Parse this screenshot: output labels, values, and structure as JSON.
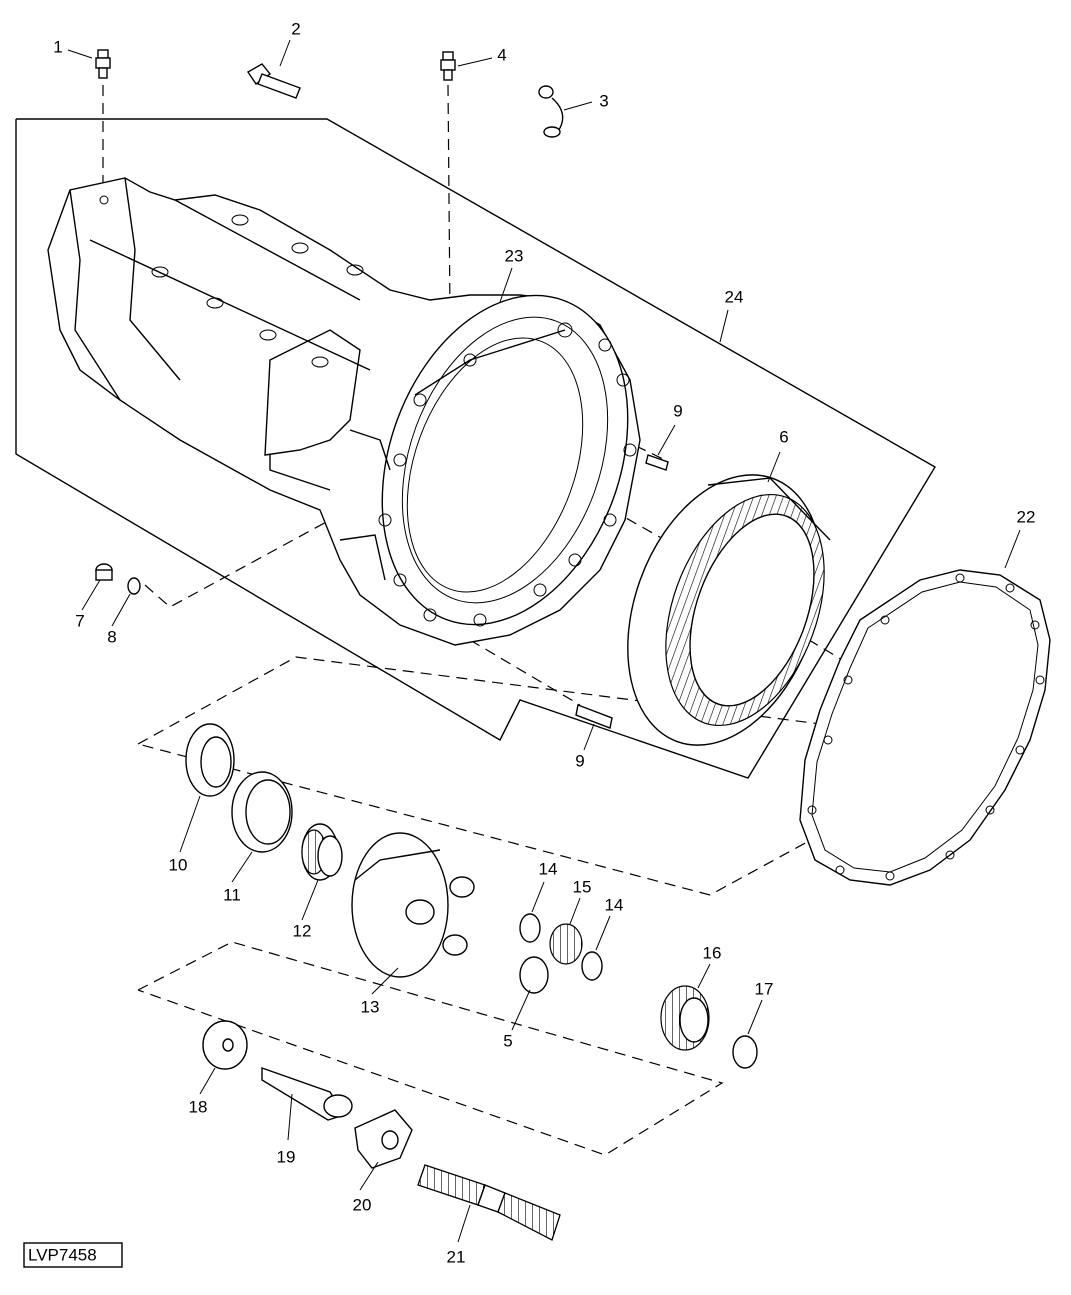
{
  "drawing_code": "LVP7458",
  "callouts": {
    "c1": "1",
    "c2": "2",
    "c3": "3",
    "c4": "4",
    "c5": "5",
    "c6": "6",
    "c7": "7",
    "c8": "8",
    "c9a": "9",
    "c9b": "9",
    "c10": "10",
    "c11": "11",
    "c12": "12",
    "c13": "13",
    "c14a": "14",
    "c14b": "14",
    "c15": "15",
    "c16": "16",
    "c17": "17",
    "c18": "18",
    "c19": "19",
    "c20": "20",
    "c21": "21",
    "c22": "22",
    "c23": "23",
    "c24": "24"
  }
}
